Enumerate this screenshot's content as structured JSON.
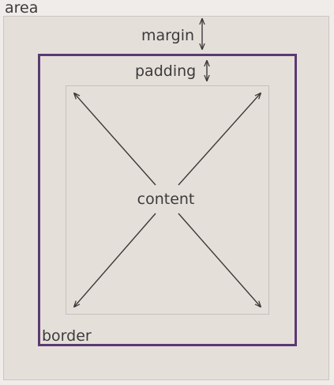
{
  "labels": {
    "area": "area",
    "margin": "margin",
    "padding": "padding",
    "content": "content",
    "border": "border"
  },
  "colors": {
    "border": "#5a3a72",
    "area_fill": "#e5dfda",
    "text": "#3b3b3b",
    "arrow": "#3a3a3a"
  },
  "icons": {
    "margin": "double-headed-vertical-arrow-icon",
    "padding": "double-headed-vertical-arrow-icon"
  }
}
